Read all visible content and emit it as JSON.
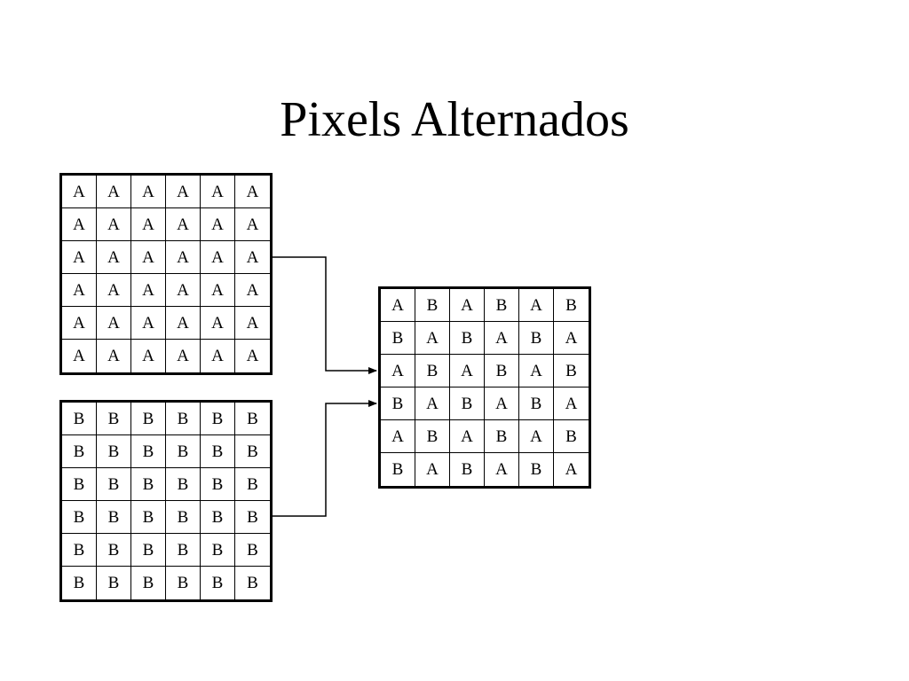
{
  "slide": {
    "title": "Pixels Alternados"
  },
  "grids": {
    "a": [
      [
        "A",
        "A",
        "A",
        "A",
        "A",
        "A"
      ],
      [
        "A",
        "A",
        "A",
        "A",
        "A",
        "A"
      ],
      [
        "A",
        "A",
        "A",
        "A",
        "A",
        "A"
      ],
      [
        "A",
        "A",
        "A",
        "A",
        "A",
        "A"
      ],
      [
        "A",
        "A",
        "A",
        "A",
        "A",
        "A"
      ],
      [
        "A",
        "A",
        "A",
        "A",
        "A",
        "A"
      ]
    ],
    "b": [
      [
        "B",
        "B",
        "B",
        "B",
        "B",
        "B"
      ],
      [
        "B",
        "B",
        "B",
        "B",
        "B",
        "B"
      ],
      [
        "B",
        "B",
        "B",
        "B",
        "B",
        "B"
      ],
      [
        "B",
        "B",
        "B",
        "B",
        "B",
        "B"
      ],
      [
        "B",
        "B",
        "B",
        "B",
        "B",
        "B"
      ],
      [
        "B",
        "B",
        "B",
        "B",
        "B",
        "B"
      ]
    ],
    "result": [
      [
        "A",
        "B",
        "A",
        "B",
        "A",
        "B"
      ],
      [
        "B",
        "A",
        "B",
        "A",
        "B",
        "A"
      ],
      [
        "A",
        "B",
        "A",
        "B",
        "A",
        "B"
      ],
      [
        "B",
        "A",
        "B",
        "A",
        "B",
        "A"
      ],
      [
        "A",
        "B",
        "A",
        "B",
        "A",
        "B"
      ],
      [
        "B",
        "A",
        "B",
        "A",
        "B",
        "A"
      ]
    ]
  },
  "colors": {
    "line": "#000000",
    "background": "#ffffff"
  }
}
